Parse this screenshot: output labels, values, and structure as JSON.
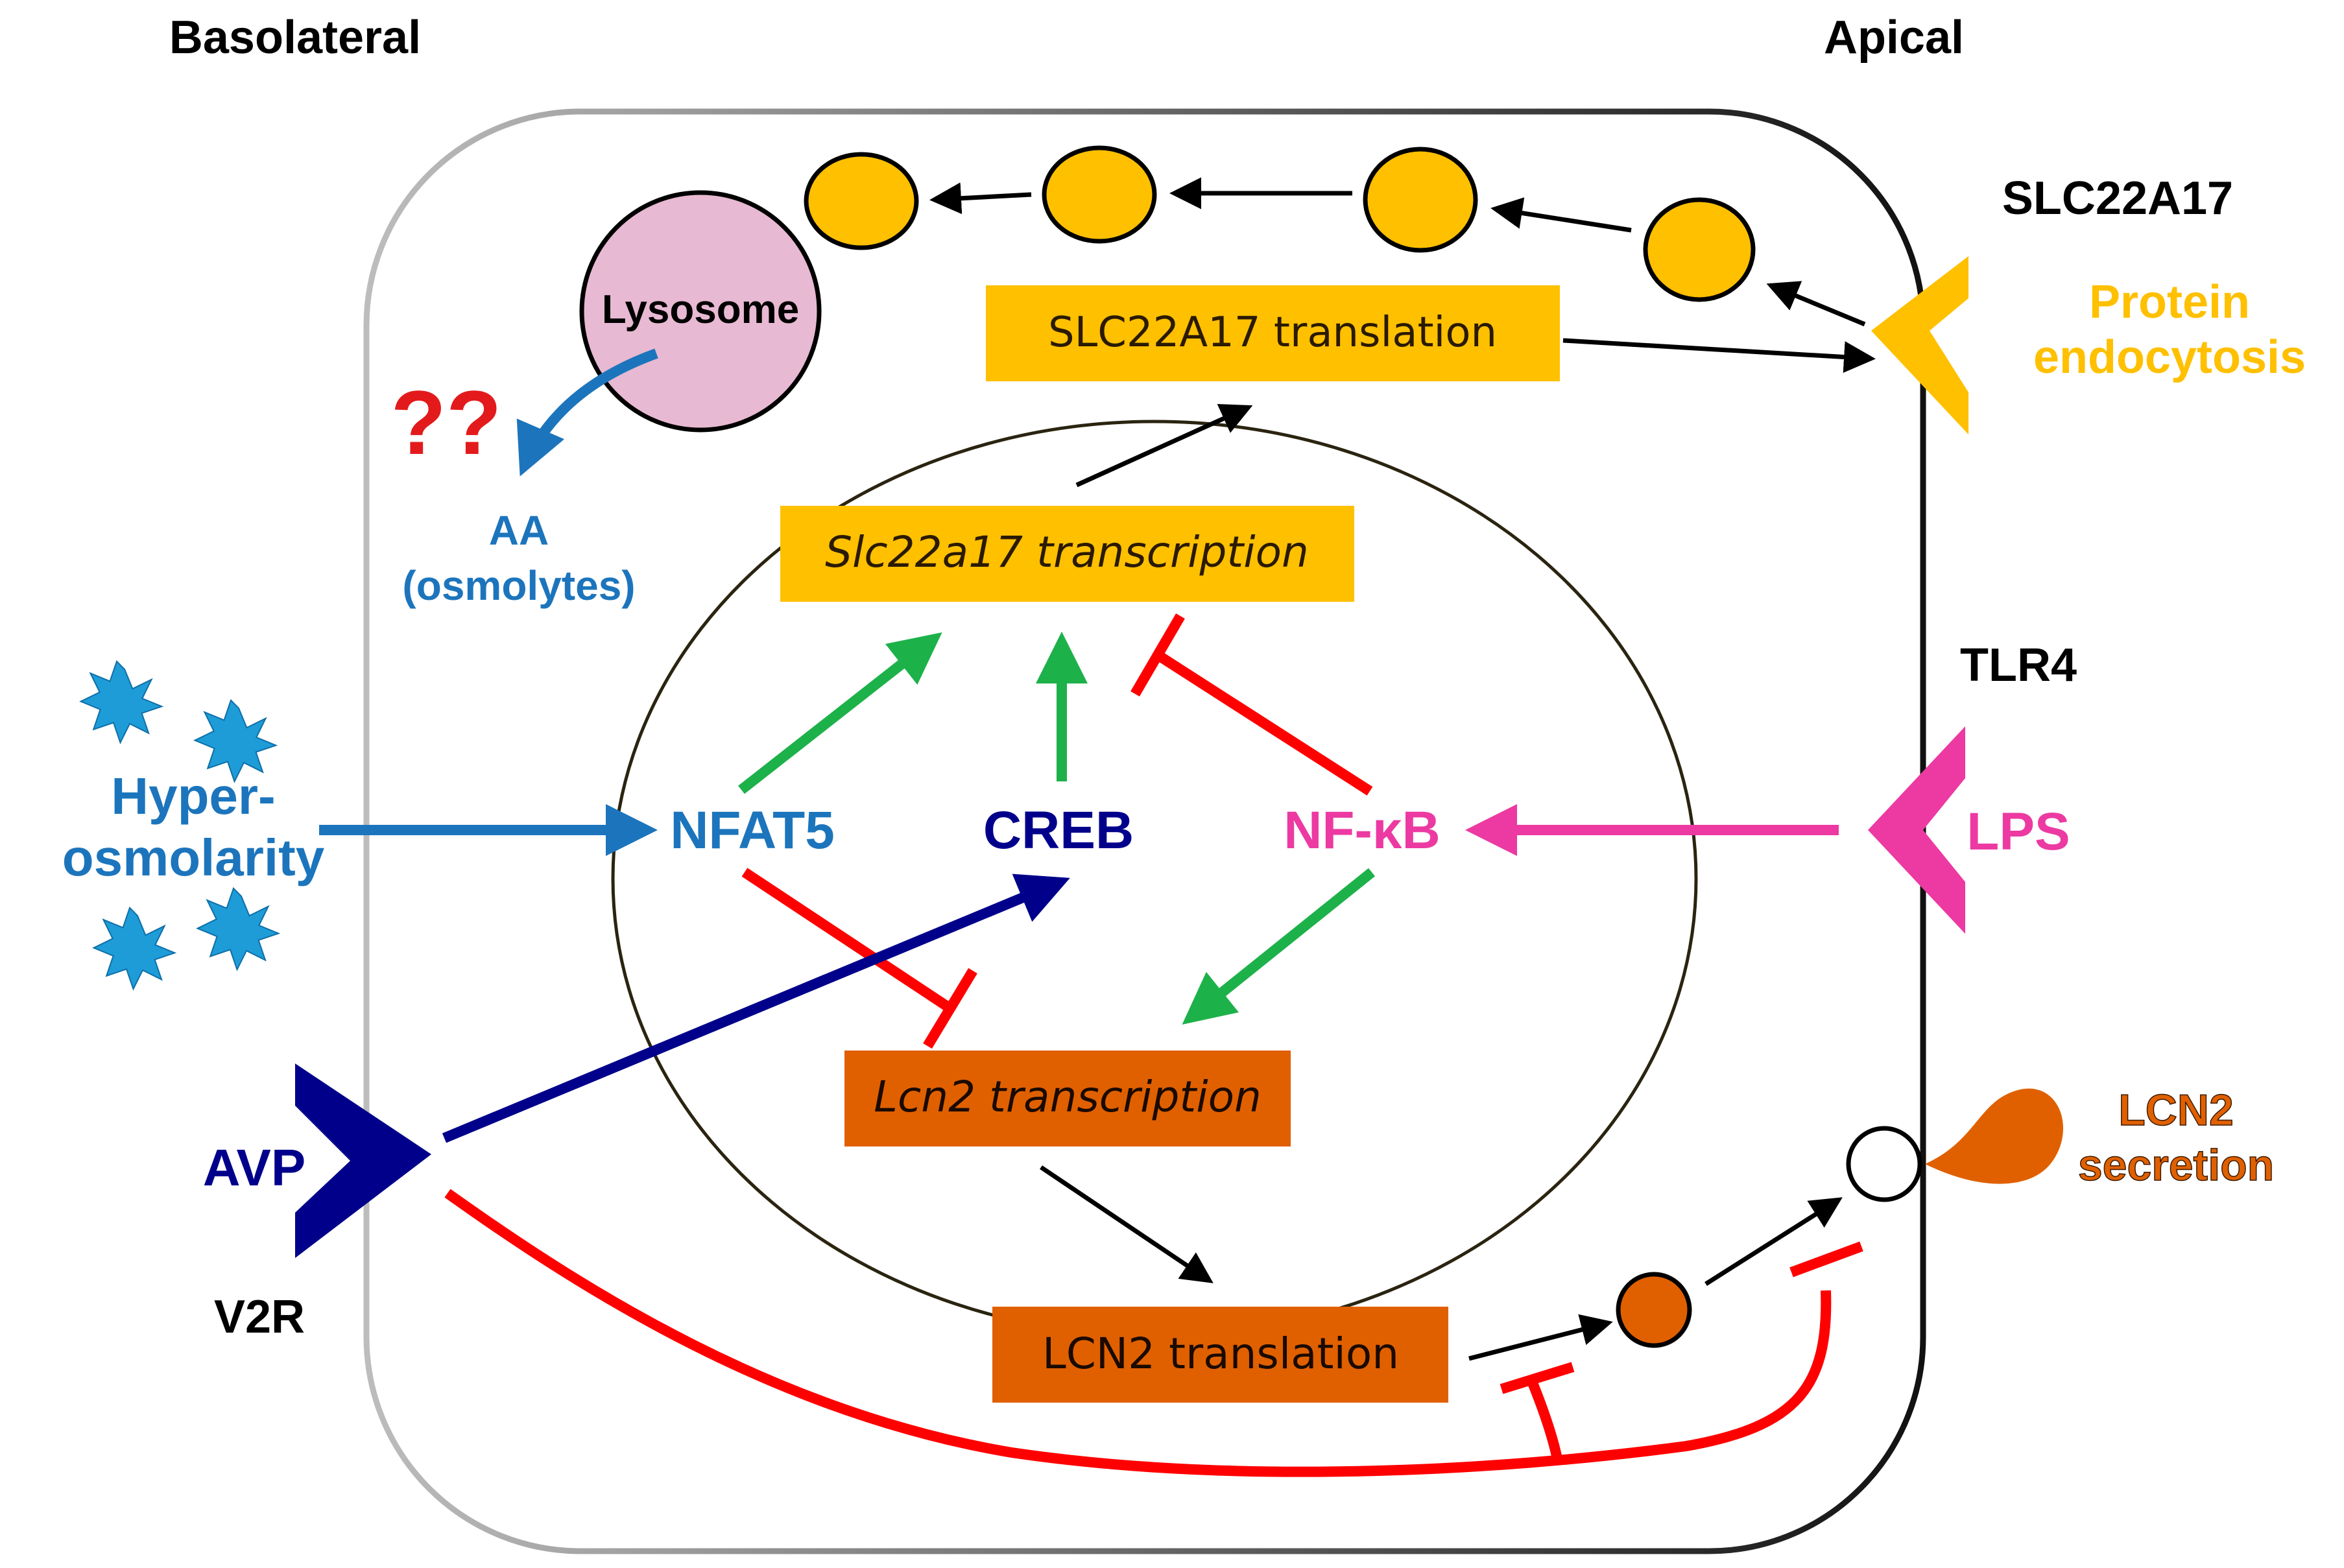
{
  "headers": {
    "basolateral": "Basolateral",
    "apical": "Apical"
  },
  "cell": {
    "lysosome": "Lysosome",
    "question_marks": "??",
    "aa_line1": "AA",
    "aa_line2": "(osmolytes)"
  },
  "boxes": {
    "slc_translation": "SLC22A17 translation",
    "slc_transcription": "Slc22a17 transcription",
    "lcn2_transcription": "Lcn2 transcription",
    "lcn2_translation": "LCN2 translation"
  },
  "nucleus_factors": {
    "nfat5": "NFAT5",
    "creb": "CREB",
    "nfkb": "NF-κB"
  },
  "external": {
    "hyper_line1": "Hyper-",
    "hyper_line2": "osmolarity",
    "avp": "AVP",
    "v2r": "V2R",
    "lps": "LPS",
    "tlr4": "TLR4",
    "slc22a17": "SLC22A17",
    "protein_line1": "Protein",
    "protein_line2": "endocytosis",
    "lcn2_sec_line1": "LCN2",
    "lcn2_sec_line2": "secretion"
  },
  "colors": {
    "yellow": "#FFC000",
    "orange": "#E06000",
    "pink": "#E8B9D2",
    "blue": "#1C75BC",
    "navy": "#00008B",
    "magenta": "#EC3AA2",
    "green": "#1DB14A",
    "red": "#FF0000",
    "question_red": "#E31A1C",
    "star_blue": "#1E9CD7"
  }
}
